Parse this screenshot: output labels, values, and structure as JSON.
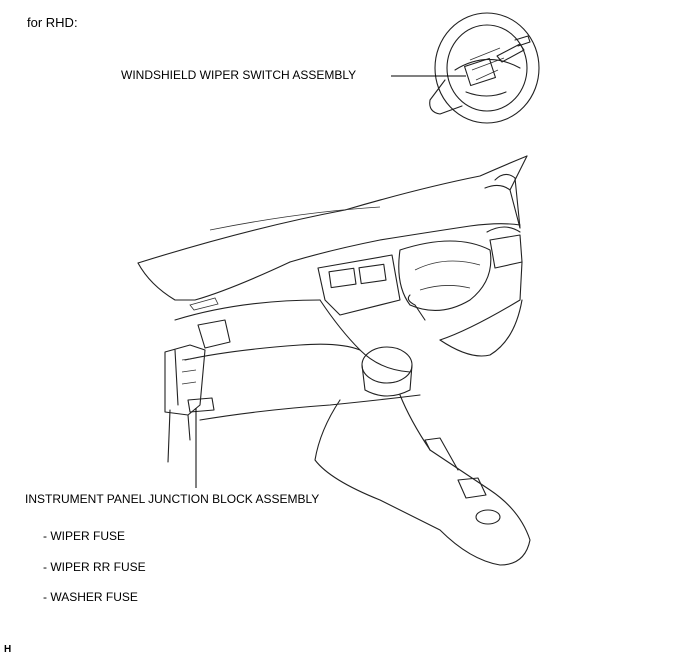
{
  "variant_label": "for RHD:",
  "components": {
    "windshield_wiper_switch": "WINDSHIELD WIPER SWITCH ASSEMBLY",
    "instrument_panel_junction_block": "INSTRUMENT PANEL JUNCTION BLOCK ASSEMBLY"
  },
  "fuses": [
    "- WIPER FUSE",
    "- WIPER RR FUSE",
    "- WASHER FUSE"
  ],
  "illustration_code": "H"
}
